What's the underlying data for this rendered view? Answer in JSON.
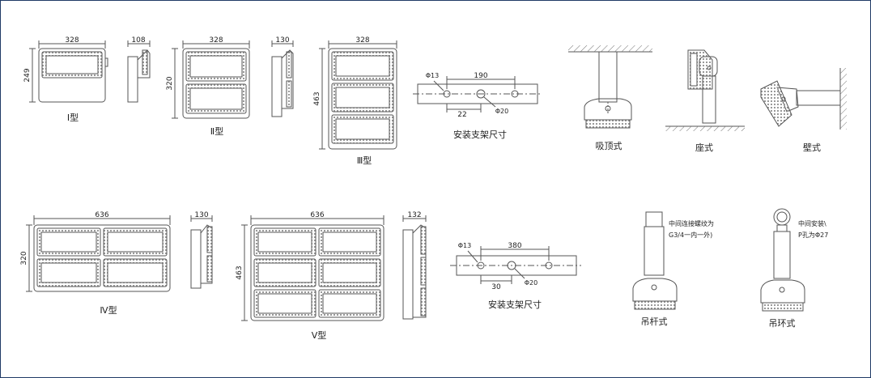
{
  "colors": {
    "line": "#555555",
    "frame": "#1f3a66",
    "text": "#222222"
  },
  "models": {
    "t1": {
      "name": "Ⅰ型",
      "width": "328",
      "height": "249",
      "depth": "108"
    },
    "t2": {
      "name": "Ⅱ型",
      "width": "328",
      "height": "320",
      "depth": "130"
    },
    "t3": {
      "name": "Ⅲ型",
      "width": "328",
      "height": "463"
    },
    "t4": {
      "name": "Ⅳ型",
      "width": "636",
      "height": "320",
      "depth": "130"
    },
    "t5": {
      "name": "Ⅴ型",
      "width": "636",
      "height": "463",
      "depth": "132"
    }
  },
  "bracket_small": {
    "hole1": "Φ13",
    "span": "190",
    "offset": "22",
    "hole2": "Φ20",
    "title": "安装支架尺寸"
  },
  "bracket_large": {
    "hole1": "Φ13",
    "span": "380",
    "offset": "30",
    "hole2": "Φ20",
    "title": "安装支架尺寸"
  },
  "mounts": {
    "ceiling": "吸顶式",
    "seat": "座式",
    "wall": "壁式",
    "pole": "吊杆式",
    "pole_note_1": "中间连接螺纹为",
    "pole_note_2": "G3/4一内一外)",
    "ring": "吊环式",
    "ring_note_1": "中间安装\\",
    "ring_note_2": "P孔为Φ27"
  }
}
